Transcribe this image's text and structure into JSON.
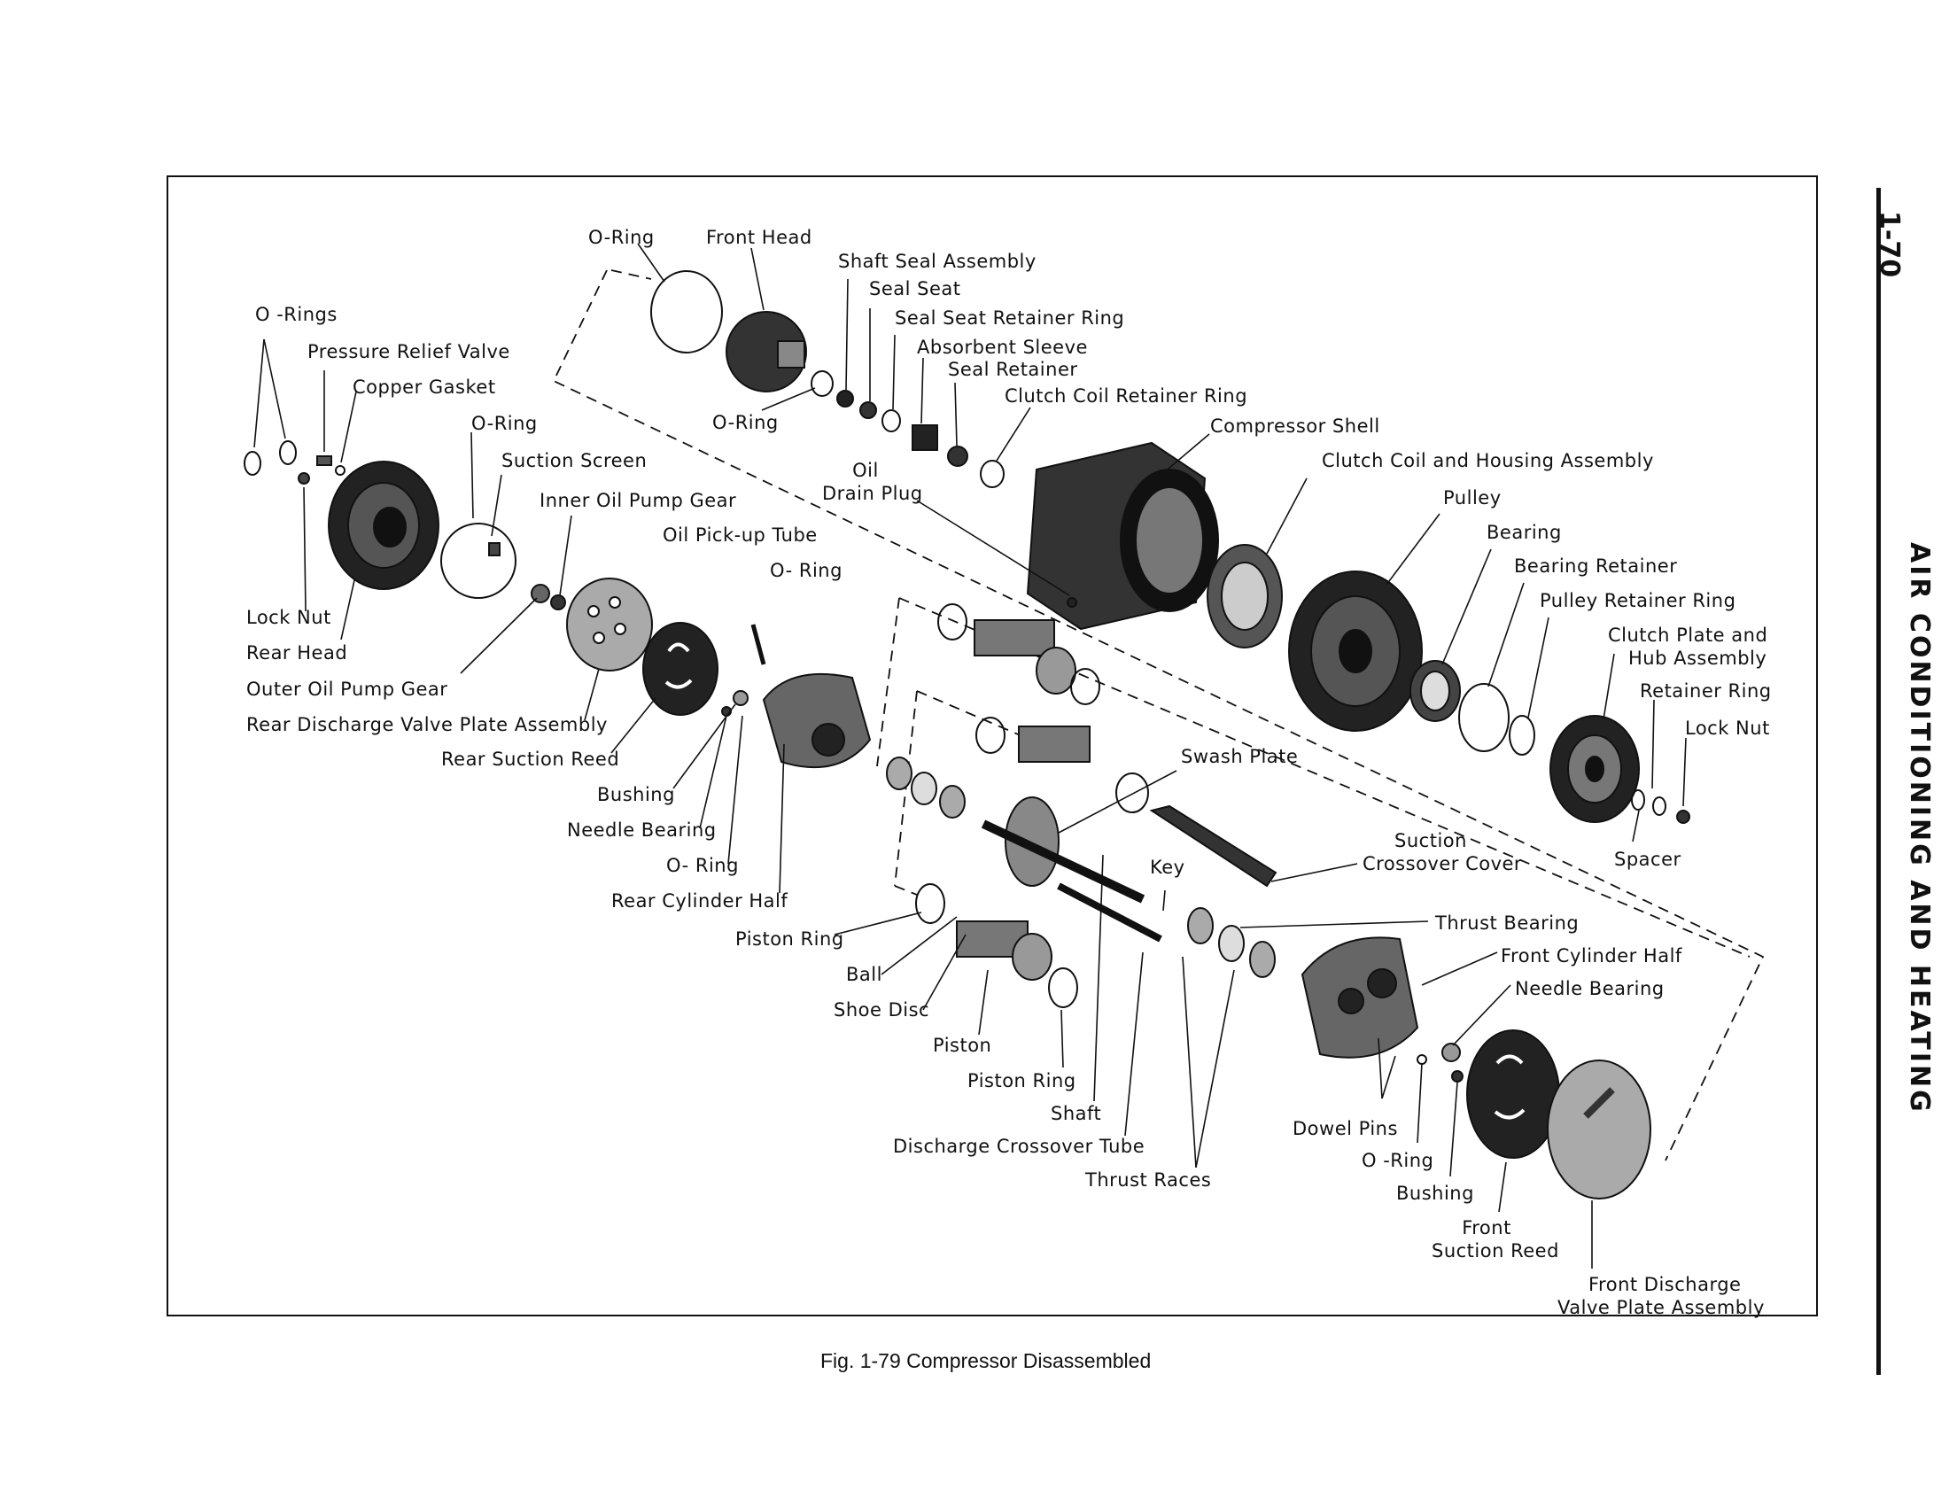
{
  "page_number": "1-70",
  "section_title": "AIR CONDITIONING AND HEATING",
  "caption": "Fig. 1-79 Compressor Disassembled",
  "labels": {
    "o_rings_left": "O -Rings",
    "pressure_relief_valve": "Pressure Relief Valve",
    "copper_gasket": "Copper Gasket",
    "o_ring_rear_head": "O-Ring",
    "suction_screen": "Suction Screen",
    "inner_oil_pump_gear": "Inner Oil Pump Gear",
    "lock_nut_rear": "Lock Nut",
    "rear_head": "Rear Head",
    "outer_oil_pump_gear": "Outer Oil Pump Gear",
    "rear_discharge_valve_plate_assembly": "Rear Discharge Valve Plate Assembly",
    "rear_suction_reed": "Rear Suction Reed",
    "bushing_rear": "Bushing",
    "needle_bearing_rear": "Needle Bearing",
    "o_ring_rear_cyl": "O- Ring",
    "rear_cylinder_half": "Rear Cylinder Half",
    "o_ring_front_head_top": "O-Ring",
    "front_head": "Front Head",
    "o_ring_front_head_bottom": "O-Ring",
    "shaft_seal_assembly": "Shaft Seal Assembly",
    "seal_seat": "Seal Seat",
    "seal_seat_retainer_ring": "Seal Seat Retainer Ring",
    "absorbent_sleeve": "Absorbent Sleeve",
    "seal_retainer": "Seal Retainer",
    "clutch_coil_retainer_ring": "Clutch Coil Retainer Ring",
    "compressor_shell": "Compressor Shell",
    "oil": "Oil",
    "drain_plug": "Drain Plug",
    "oil_pickup_tube": "Oil Pick-up Tube",
    "o_ring_pickup": "O- Ring",
    "clutch_coil_housing_assembly": "Clutch Coil and Housing Assembly",
    "pulley": "Pulley",
    "bearing": "Bearing",
    "bearing_retainer": "Bearing Retainer",
    "pulley_retainer_ring": "Pulley Retainer Ring",
    "clutch_plate_and": "Clutch Plate and",
    "hub_assembly": "Hub Assembly",
    "retainer_ring": "Retainer Ring",
    "lock_nut_front": "Lock Nut",
    "spacer": "Spacer",
    "swash_plate": "Swash Plate",
    "suction": "Suction",
    "crossover_cover": "Crossover Cover",
    "key": "Key",
    "piston_ring_upper": "Piston Ring",
    "ball": "Ball",
    "shoe_disc": "Shoe Disc",
    "piston": "Piston",
    "piston_ring_lower": "Piston Ring",
    "shaft": "Shaft",
    "discharge_crossover_tube": "Discharge Crossover Tube",
    "thrust_races": "Thrust Races",
    "thrust_bearing": "Thrust Bearing",
    "front_cylinder_half": "Front Cylinder Half",
    "needle_bearing_front": "Needle Bearing",
    "dowel_pins": "Dowel Pins",
    "o_ring_front": "O -Ring",
    "bushing_front": "Bushing",
    "front": "Front",
    "suction_reed": "Suction Reed",
    "front_discharge": "Front Discharge",
    "valve_plate_assembly": "Valve Plate Assembly"
  }
}
